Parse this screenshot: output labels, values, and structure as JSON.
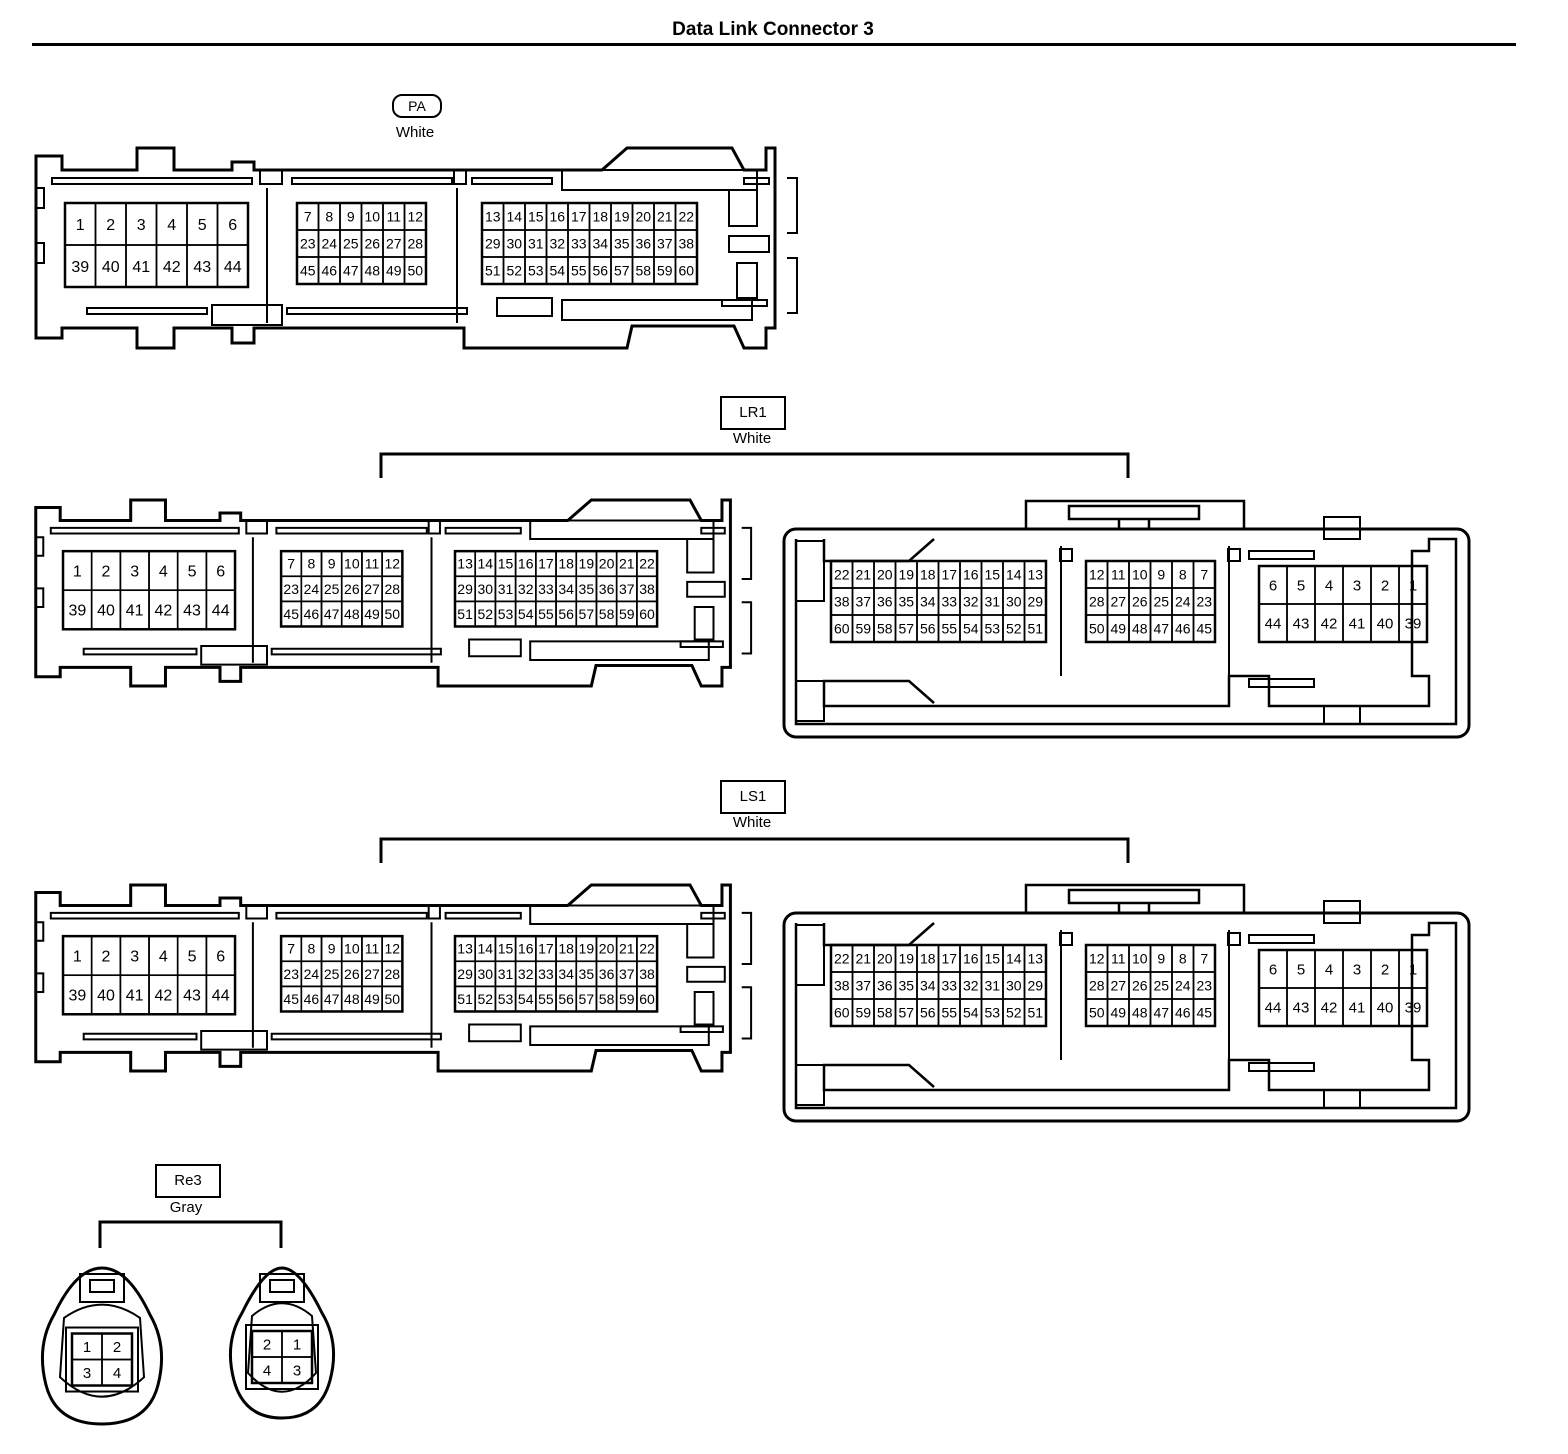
{
  "title": "Data Link Connector 3",
  "connectors": [
    {
      "code": "PA",
      "color": "White"
    },
    {
      "code": "LR1",
      "color": "White"
    },
    {
      "code": "LS1",
      "color": "White"
    },
    {
      "code": "Re3",
      "color": "Gray"
    }
  ],
  "pin_layouts": {
    "male_60": {
      "group_a": [
        [
          "1",
          "2",
          "3",
          "4",
          "5",
          "6"
        ],
        [
          "39",
          "40",
          "41",
          "42",
          "43",
          "44"
        ]
      ],
      "group_b": [
        [
          "7",
          "8",
          "9",
          "10",
          "11",
          "12"
        ],
        [
          "23",
          "24",
          "25",
          "26",
          "27",
          "28"
        ],
        [
          "45",
          "46",
          "47",
          "48",
          "49",
          "50"
        ]
      ],
      "group_c": [
        [
          "13",
          "14",
          "15",
          "16",
          "17",
          "18",
          "19",
          "20",
          "21",
          "22"
        ],
        [
          "29",
          "30",
          "31",
          "32",
          "33",
          "34",
          "35",
          "36",
          "37",
          "38"
        ],
        [
          "51",
          "52",
          "53",
          "54",
          "55",
          "56",
          "57",
          "58",
          "59",
          "60"
        ]
      ]
    },
    "female_60": {
      "group_c": [
        [
          "22",
          "21",
          "20",
          "19",
          "18",
          "17",
          "16",
          "15",
          "14",
          "13"
        ],
        [
          "38",
          "37",
          "36",
          "35",
          "34",
          "33",
          "32",
          "31",
          "30",
          "29"
        ],
        [
          "60",
          "59",
          "58",
          "57",
          "56",
          "55",
          "54",
          "53",
          "52",
          "51"
        ]
      ],
      "group_b": [
        [
          "12",
          "11",
          "10",
          "9",
          "8",
          "7"
        ],
        [
          "28",
          "27",
          "26",
          "25",
          "24",
          "23"
        ],
        [
          "50",
          "49",
          "48",
          "47",
          "46",
          "45"
        ]
      ],
      "group_a": [
        [
          "6",
          "5",
          "4",
          "3",
          "2",
          "1"
        ],
        [
          "44",
          "43",
          "42",
          "41",
          "40",
          "39"
        ]
      ]
    },
    "re3_left": [
      [
        "1",
        "2"
      ],
      [
        "3",
        "4"
      ]
    ],
    "re3_right": [
      [
        "2",
        "1"
      ],
      [
        "4",
        "3"
      ]
    ]
  }
}
